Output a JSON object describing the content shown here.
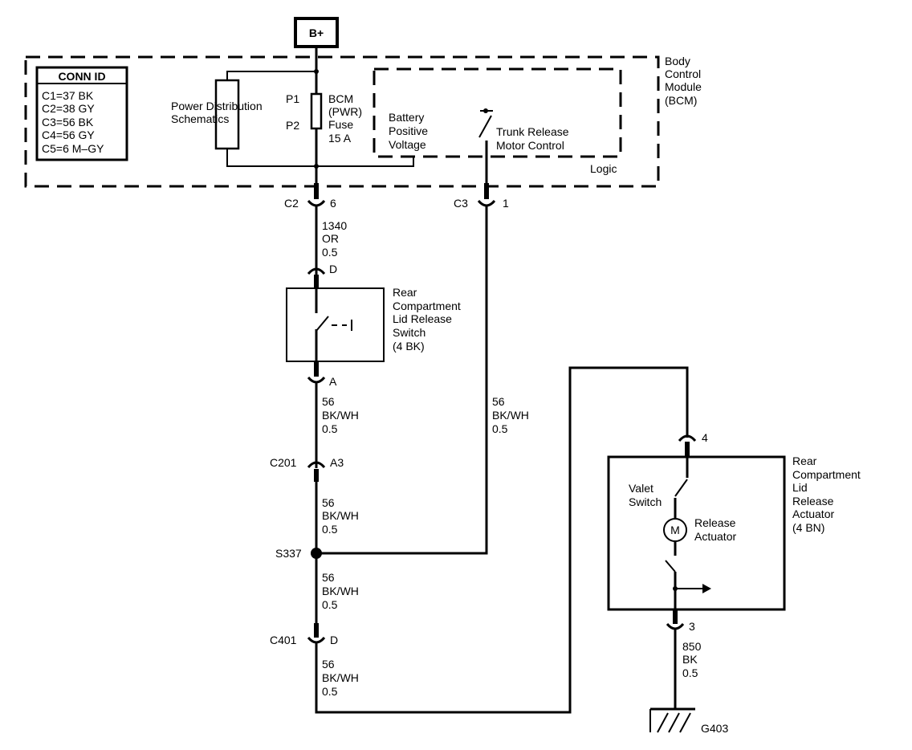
{
  "power_source": "B+",
  "conn_id": {
    "title": "CONN ID",
    "entries": [
      "C1=37 BK",
      "C2=38 GY",
      "C3=56 BK",
      "C4=56 GY",
      "C5=6 M–GY"
    ]
  },
  "bcm": {
    "module_name": [
      "Body",
      "Control",
      "Module",
      "(BCM)"
    ],
    "power_distribution": [
      "Power Distribution",
      "Schematics"
    ],
    "fuse_pins": [
      "P1",
      "P2"
    ],
    "fuse_label": [
      "BCM",
      "(PWR)",
      "Fuse",
      "15 A"
    ],
    "battery_positive": [
      "Battery",
      "Positive",
      "Voltage"
    ],
    "trunk_release": [
      "Trunk Release",
      "Motor Control"
    ],
    "logic": "Logic"
  },
  "connectors": {
    "c2": {
      "name": "C2",
      "pin": "6"
    },
    "c3": {
      "name": "C3",
      "pin": "1"
    },
    "switch_top": {
      "pin": "D"
    },
    "switch_bottom": {
      "pin": "A"
    },
    "c201": {
      "name": "C201",
      "pin": "A3"
    },
    "c401": {
      "name": "C401",
      "pin": "D"
    },
    "actuator_top": {
      "pin": "4"
    },
    "actuator_bottom": {
      "pin": "3"
    }
  },
  "wires": {
    "w1340": [
      "1340",
      "OR",
      "0.5"
    ],
    "w56_a": [
      "56",
      "BK/WH",
      "0.5"
    ],
    "w56_b": [
      "56",
      "BK/WH",
      "0.5"
    ],
    "w56_c": [
      "56",
      "BK/WH",
      "0.5"
    ],
    "w56_d": [
      "56",
      "BK/WH",
      "0.5"
    ],
    "w56_e": [
      "56",
      "BK/WH",
      "0.5"
    ],
    "w850": [
      "850",
      "BK",
      "0.5"
    ]
  },
  "splice": "S337",
  "lid_switch": [
    "Rear",
    "Compartment",
    "Lid Release",
    "Switch",
    "(4 BK)"
  ],
  "actuator": {
    "label": [
      "Rear",
      "Compartment",
      "Lid",
      "Release",
      "Actuator",
      "(4 BN)"
    ],
    "valet_switch": [
      "Valet",
      "Switch"
    ],
    "motor_symbol": "M",
    "release_actuator": [
      "Release",
      "Actuator"
    ]
  },
  "ground": "G403"
}
